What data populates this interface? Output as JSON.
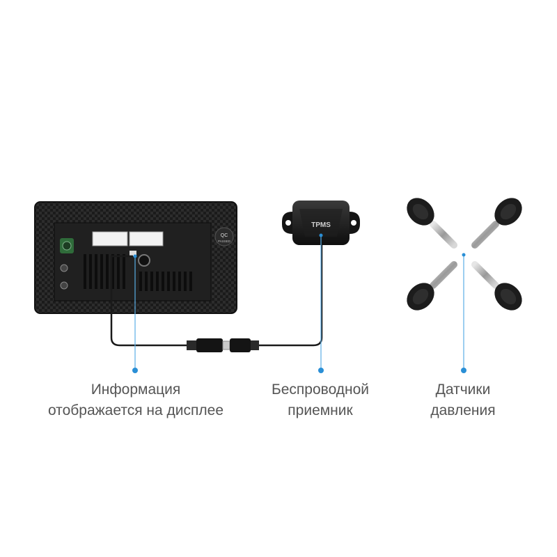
{
  "device_labels": {
    "receiver_badge": "TPMS",
    "qc_badge": "QC",
    "qc_sub": "PASSED"
  },
  "captions": {
    "display": [
      "Информация",
      "отображается на дисплее"
    ],
    "receiver": [
      "Беспроводной",
      "приемник"
    ],
    "sensors": [
      "Датчики",
      "давления"
    ]
  },
  "colors": {
    "connector_dot": "#2a8fd6",
    "leader_line": "#5aaee6",
    "cable": "#1a1a1a",
    "caption_text": "#555555"
  }
}
